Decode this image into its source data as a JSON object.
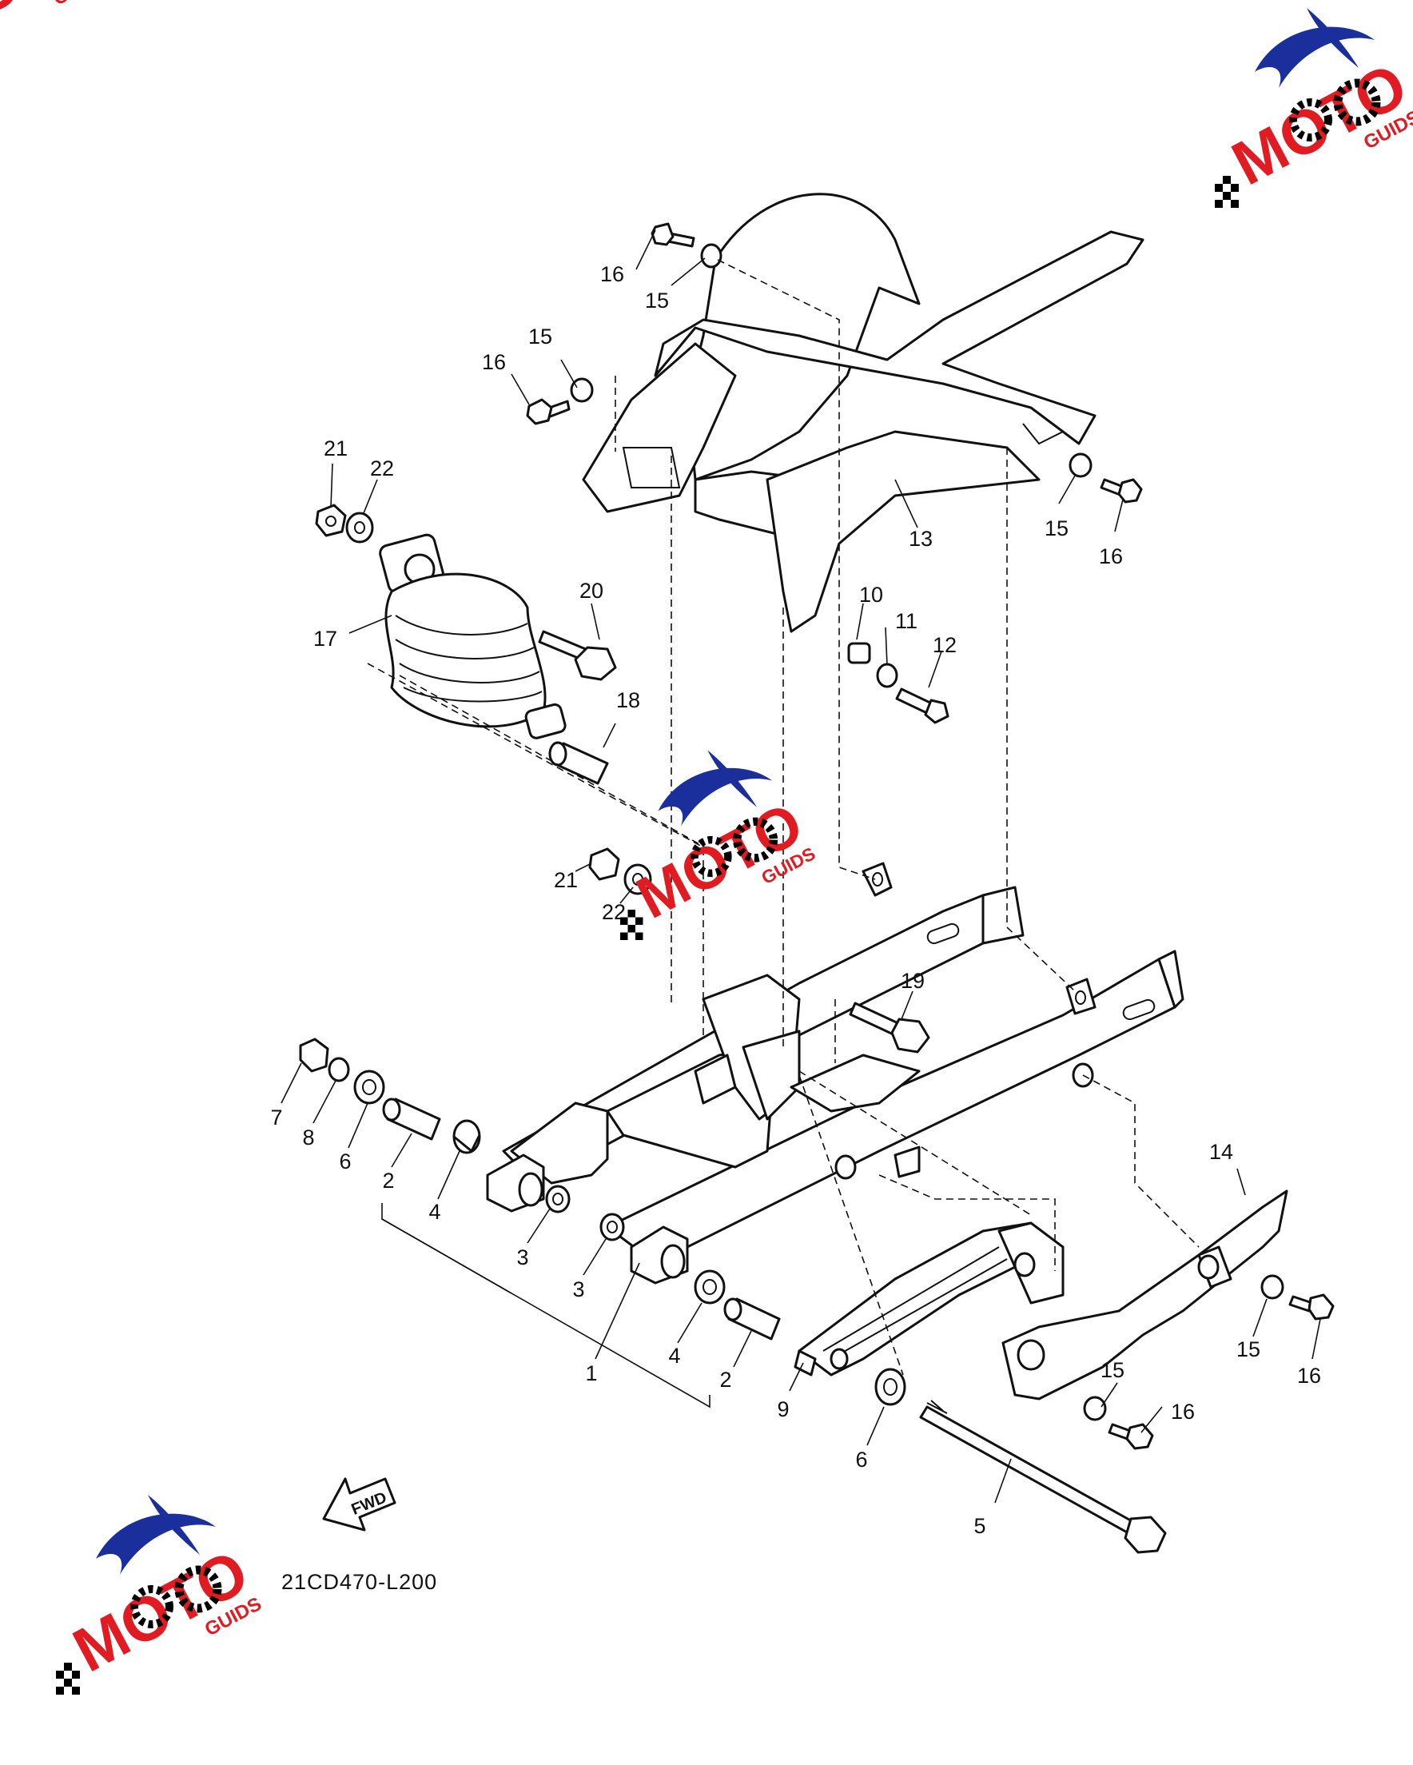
{
  "diagram": {
    "part_code": "21CD470-L200",
    "fwd_label": "FWD",
    "callouts": [
      "1",
      "2",
      "2",
      "3",
      "3",
      "4",
      "4",
      "5",
      "6",
      "6",
      "7",
      "8",
      "9",
      "10",
      "11",
      "12",
      "13",
      "14",
      "15",
      "15",
      "15",
      "15",
      "15",
      "16",
      "16",
      "16",
      "16",
      "16",
      "17",
      "18",
      "19",
      "20",
      "21",
      "21",
      "22",
      "22"
    ]
  },
  "logo": {
    "text_moto": "MOTO",
    "text_guids": "GUIDS",
    "colors": {
      "blue": "#1a2f9c",
      "red": "#e11b22",
      "black": "#000000"
    }
  }
}
